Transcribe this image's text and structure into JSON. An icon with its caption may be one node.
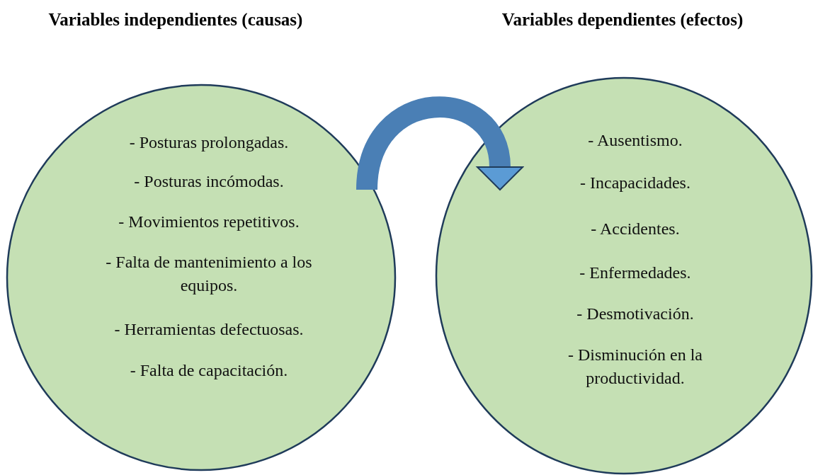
{
  "diagram": {
    "nodes": [
      {
        "text": [
          "Variables independientes (causas)",
          "- Posturas prolongadas.",
          "- Posturas incómodas.",
          "- Movimientos repetitivos.",
          "- Falta de mantenimiento a los equipos.",
          "- Herramientas defectuosas.",
          "- Falta de capacitación."
        ]
      },
      {
        "text": [
          "Variables dependientes (efectos)",
          "- Ausentismo.",
          "- Incapacidades.",
          "- Accidentes.",
          "- Enfermedades.",
          "- Desmotivación.",
          "- Disminución en la productividad."
        ]
      }
    ],
    "edges": [
      {
        "from": 0,
        "to": 1,
        "arrow": "to"
      }
    ]
  }
}
